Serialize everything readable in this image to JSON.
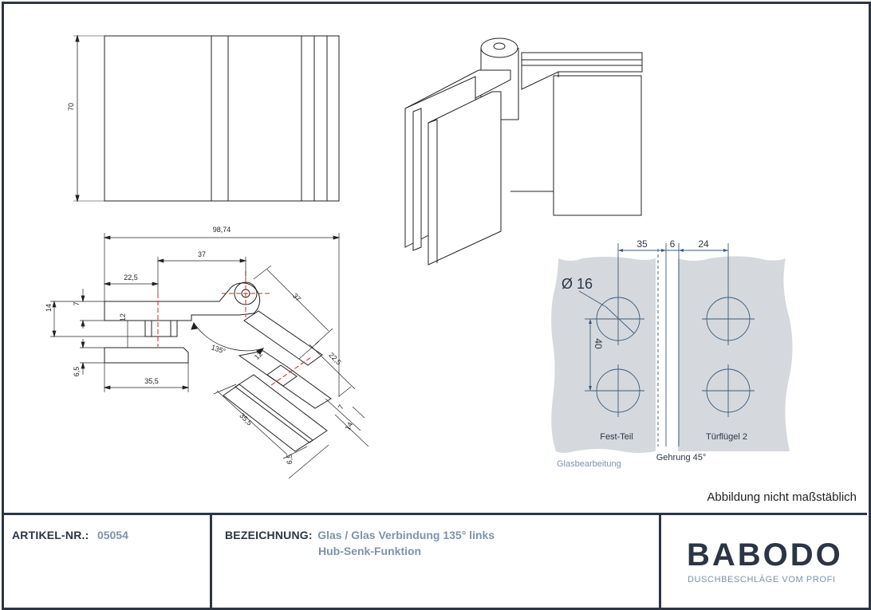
{
  "drawing": {
    "front_view": {
      "height_dim": "70"
    },
    "top_view": {
      "dims": {
        "total_width": "98,74",
        "pivot_offset": "37",
        "left_offset": "22,5",
        "plate_thickness": "14",
        "upper_thickness": "7",
        "gap": "12",
        "angle": "135°",
        "lower_thickness": "6,5",
        "lower_width": "35,5",
        "rot_37": "37",
        "rot_22_5": "22,5",
        "rot_12": "12",
        "rot_35_5": "35,5",
        "rot_6_5": "6,5",
        "rot_7": "7",
        "rot_14": "14"
      }
    },
    "glass_processing": {
      "dim_35": "35",
      "dim_6": "6",
      "dim_24": "24",
      "diameter": "Ø 16",
      "dim_40": "40",
      "fixed_part_label": "Fest-Teil",
      "door_label": "Türflügel 2",
      "miter_label": "Gehrung 45°",
      "section_label": "Glasbearbeitung"
    },
    "caption": "Abbildung nicht maßstäblich"
  },
  "titleblock": {
    "article_label": "ARTIKEL-NR.:",
    "article_number": "05054",
    "designation_label": "BEZEICHNUNG:",
    "designation_line1": "Glas / Glas Verbindung 135° links",
    "designation_line2": "Hub-Senk-Funktion",
    "brand": "BABODO",
    "tagline": "DUSCHBESCHLÄGE VOM PROFI"
  },
  "colors": {
    "frame": "#2b3544",
    "accent": "#7d93ab",
    "glass_fill": "#d5d9de",
    "line": "#222222",
    "centerline_red": "#e02020"
  }
}
